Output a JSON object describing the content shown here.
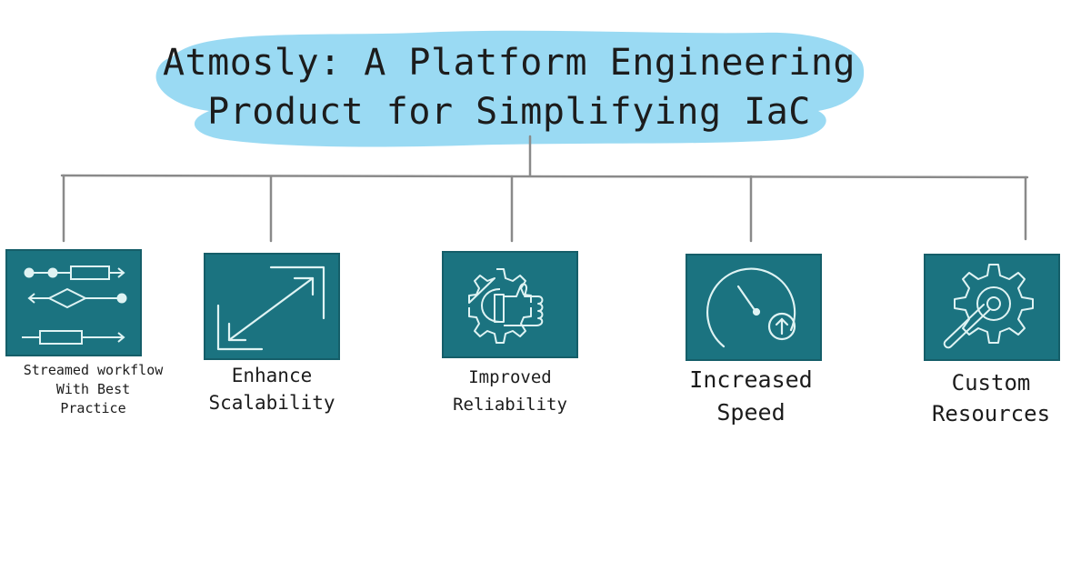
{
  "title": {
    "line1": "Atmosly: A Platform Engineering",
    "line2": "Product for Simplifying IaC"
  },
  "colors": {
    "title_highlight": "#8fd6f2",
    "box_fill": "#1b7380",
    "icon_stroke": "#dff3f3",
    "connector": "#8a8a8a"
  },
  "nodes": [
    {
      "icon": "workflow-icon",
      "lines": [
        "Streamed workflow",
        "With Best",
        "Practice"
      ]
    },
    {
      "icon": "scale-arrow-icon",
      "lines": [
        "Enhance",
        "Scalability"
      ]
    },
    {
      "icon": "gear-thumbs-up-icon",
      "lines": [
        "Improved",
        "Reliability"
      ]
    },
    {
      "icon": "speedometer-icon",
      "lines": [
        "Increased",
        "Speed"
      ]
    },
    {
      "icon": "gear-wrench-icon",
      "lines": [
        "Custom",
        "Resources"
      ]
    }
  ]
}
